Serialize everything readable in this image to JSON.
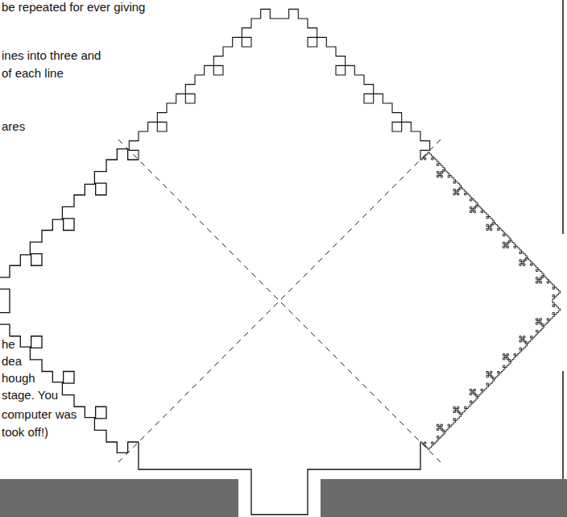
{
  "diagram": {
    "labels": [
      "be repeated for ever giving",
      "ines into three and",
      "of each line",
      "ares",
      "he",
      "dea",
      "hough",
      "stage. You",
      "computer was",
      "took off!)"
    ]
  }
}
